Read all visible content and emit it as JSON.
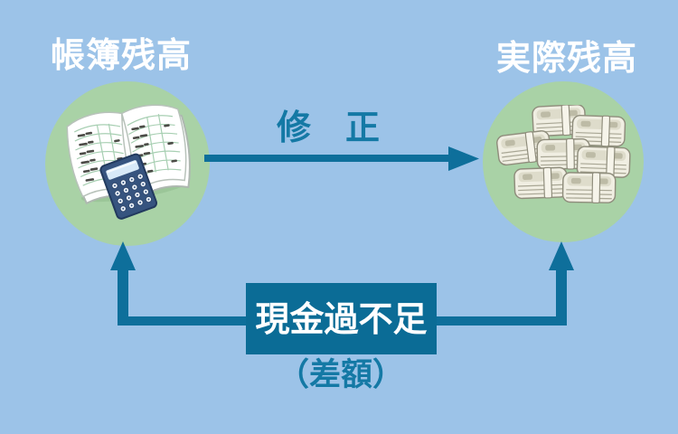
{
  "diagram": {
    "left_node": {
      "title": "帳簿残高",
      "icon": "ledger-calculator-icon"
    },
    "right_node": {
      "title": "実際残高",
      "icon": "money-stack-icon"
    },
    "correction_arrow": {
      "label": "修　正"
    },
    "difference_flow": {
      "box_label": "現金過不足",
      "sub_label": "（差額）"
    }
  },
  "colors": {
    "background": "#9CC3E8",
    "node_circle": "#A9D2A6",
    "arrow_teal": "#0E6F9B",
    "box_teal": "#0B6C96",
    "teal_text": "#1479A5",
    "title_text": "#FFFFFF"
  }
}
